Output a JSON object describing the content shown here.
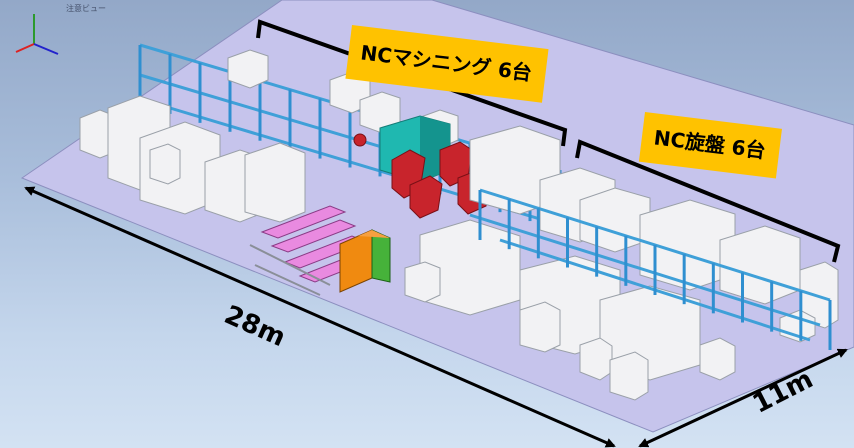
{
  "view": {
    "title": "注意ビュー"
  },
  "callouts": {
    "nc_machining": "NCマシニング 6台",
    "nc_lathe": "NC旋盤 6台"
  },
  "dimensions": {
    "length": "28m",
    "width": "11m"
  },
  "colors": {
    "floor": "#c6c4ec",
    "callout": "#ffc200",
    "frame": "#3fa0d8",
    "robot": "#c8242c",
    "machine": "#f1f1f3",
    "conveyor_pink": "#e98ae0",
    "panel_orange": "#f08a10",
    "panel_green": "#46b23a"
  }
}
